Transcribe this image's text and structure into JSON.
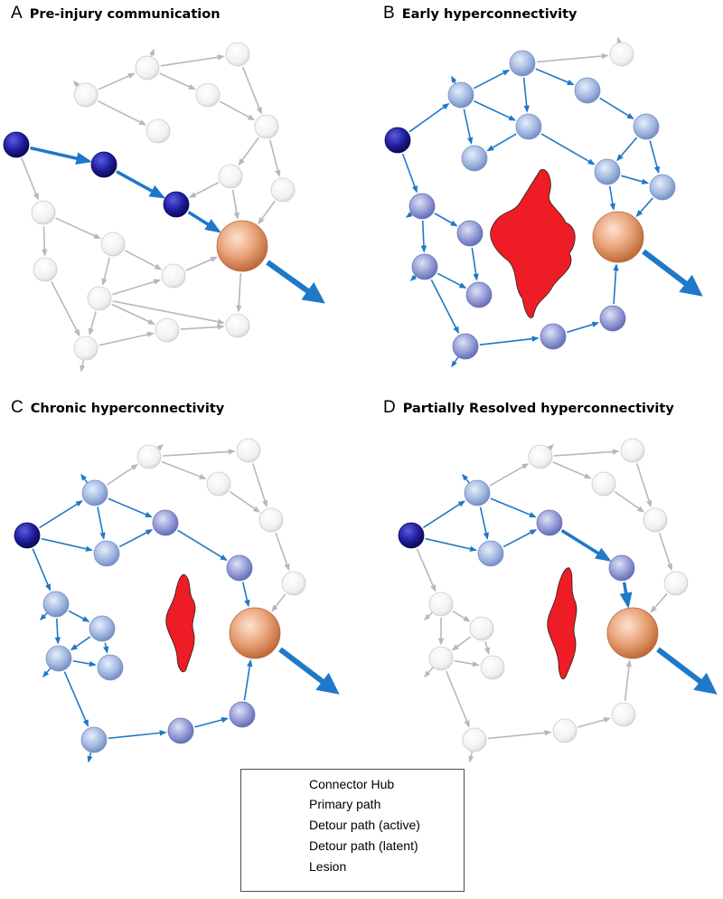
{
  "panels": [
    {
      "letter": "A",
      "title": "Pre-injury communication"
    },
    {
      "letter": "B",
      "title": "Early hyperconnectivity"
    },
    {
      "letter": "C",
      "title": "Chronic hyperconnectivity"
    },
    {
      "letter": "D",
      "title": "Partially Resolved hyperconnectivity"
    }
  ],
  "legend": {
    "items": [
      {
        "label": "Connector Hub"
      },
      {
        "label": "Primary path"
      },
      {
        "label": "Detour path (active)"
      },
      {
        "label": "Detour path (latent)"
      },
      {
        "label": "Lesion"
      }
    ]
  },
  "colors": {
    "hub": "#d9875a",
    "primary": "#1c1a8c",
    "active_node": "#8fa6d6",
    "active_arrow": "#1f78c8",
    "latent_node": "#eeeeee",
    "latent_arrow": "#b8b8b8",
    "lesion": "#ee1c24"
  }
}
